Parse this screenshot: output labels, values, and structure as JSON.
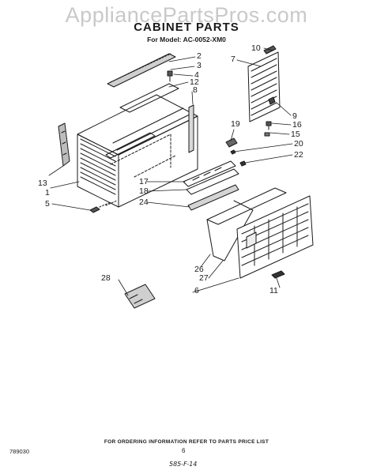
{
  "watermark": "AppliancePartsPros.com",
  "header": {
    "title": "CABINET PARTS",
    "model_prefix": "For Model:",
    "model_number": "AC-0052-XM0"
  },
  "callouts": [
    {
      "id": "callout-2",
      "label": "2"
    },
    {
      "id": "callout-3",
      "label": "3"
    },
    {
      "id": "callout-4",
      "label": "4"
    },
    {
      "id": "callout-12",
      "label": "12"
    },
    {
      "id": "callout-8",
      "label": "8"
    },
    {
      "id": "callout-10",
      "label": "10"
    },
    {
      "id": "callout-7",
      "label": "7"
    },
    {
      "id": "callout-9",
      "label": "9"
    },
    {
      "id": "callout-16",
      "label": "16"
    },
    {
      "id": "callout-15",
      "label": "15"
    },
    {
      "id": "callout-19",
      "label": "19"
    },
    {
      "id": "callout-20",
      "label": "20"
    },
    {
      "id": "callout-22",
      "label": "22"
    },
    {
      "id": "callout-13",
      "label": "13"
    },
    {
      "id": "callout-1",
      "label": "1"
    },
    {
      "id": "callout-5",
      "label": "5"
    },
    {
      "id": "callout-17",
      "label": "17"
    },
    {
      "id": "callout-18",
      "label": "18"
    },
    {
      "id": "callout-24",
      "label": "24"
    },
    {
      "id": "callout-26",
      "label": "26"
    },
    {
      "id": "callout-27",
      "label": "27"
    },
    {
      "id": "callout-6",
      "label": "6"
    },
    {
      "id": "callout-11",
      "label": "11"
    },
    {
      "id": "callout-28",
      "label": "28"
    }
  ],
  "footer": {
    "note": "FOR ORDERING INFORMATION REFER TO PARTS PRICE LIST",
    "doc_number": "789030",
    "page_number": "6",
    "handwritten": "585-F-14"
  },
  "colors": {
    "line": "#1a1a1a",
    "watermark": "#c9c9c9",
    "background": "#ffffff"
  }
}
